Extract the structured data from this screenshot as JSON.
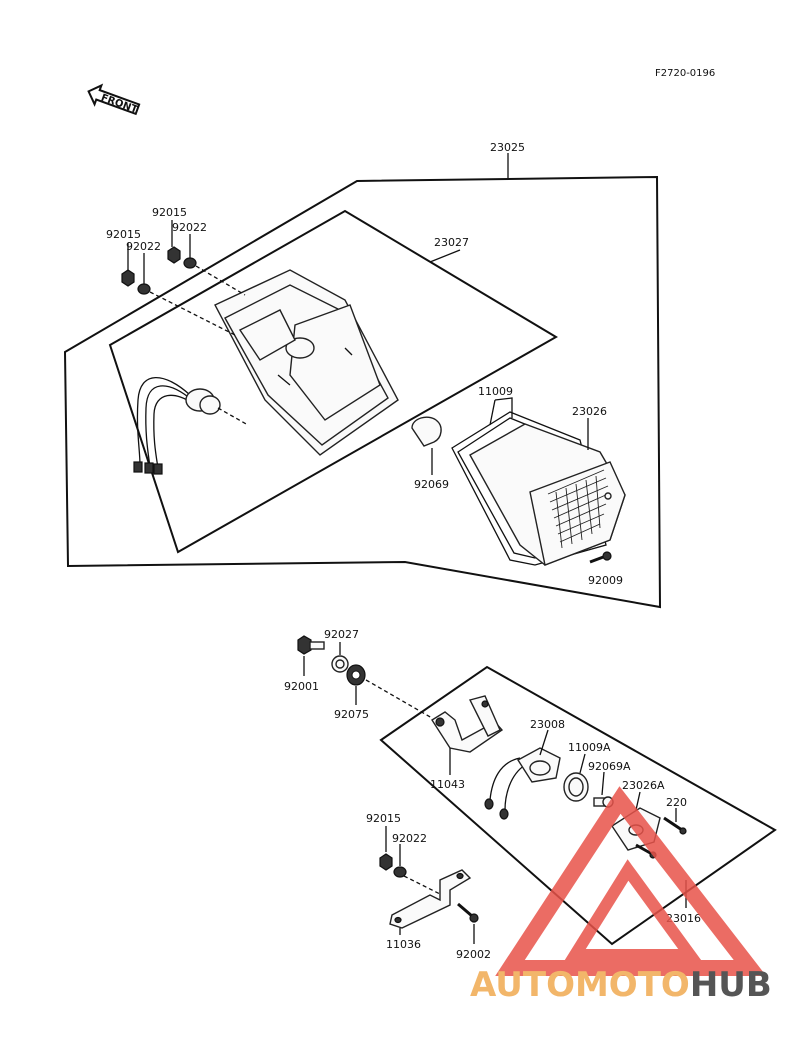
{
  "diagram_code": "F2720-0196",
  "front_label": "FRONT",
  "watermark": {
    "part1": "AUTOMOTO",
    "part2": "HUB",
    "color_part1": "#f2b66a",
    "color_part2": "#555555",
    "logo_color": "#e8534a"
  },
  "part_numbers": {
    "assembly": "23025",
    "housing": "23027",
    "nut_left": "92015",
    "washer_left": "92022",
    "nut_right": "92015",
    "washer_right": "92022",
    "gasket": "11009",
    "lens": "23026",
    "bulb": "92069",
    "lens_screw": "92009",
    "bolt": "92001",
    "collar": "92027",
    "damper": "92075",
    "bracket": "11043",
    "socket": "23008",
    "gasket_a": "11009A",
    "bulb_a": "92069A",
    "lens_a": "23026A",
    "screw_220": "220",
    "license_lamp": "23016",
    "nut_lower": "92015",
    "washer_lower": "92022",
    "stay": "11036",
    "bolt_lower": "92002"
  }
}
